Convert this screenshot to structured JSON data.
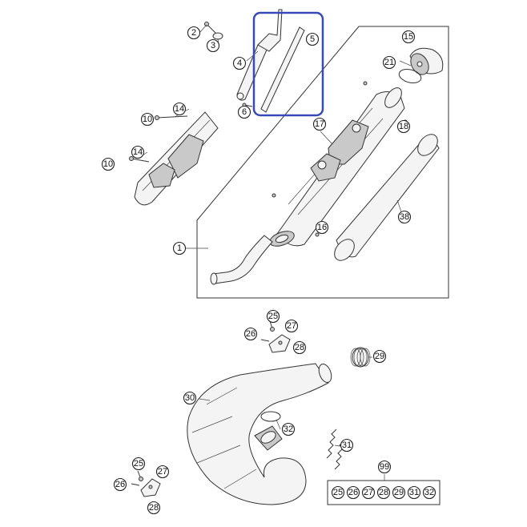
{
  "diagram": {
    "callouts": {
      "c1": "1",
      "c2": "2",
      "c3": "3",
      "c4": "4",
      "c5": "5",
      "c6": "6",
      "c10a": "10",
      "c10b": "10",
      "c14a": "14",
      "c14b": "14",
      "c15": "15",
      "c16": "16",
      "c17": "17",
      "c18": "18",
      "c21": "21",
      "c38": "38",
      "c25a": "25",
      "c26a": "26",
      "c27a": "27",
      "c28a": "28",
      "c29": "29",
      "c30": "30",
      "c32a": "32",
      "c31": "31",
      "c99": "99",
      "c25b": "25",
      "c26b": "26",
      "c27b": "27",
      "c28b": "28"
    },
    "kit": [
      "25",
      "26",
      "27",
      "28",
      "29",
      "31",
      "32"
    ],
    "highlight_color": "#3a4ab5"
  }
}
